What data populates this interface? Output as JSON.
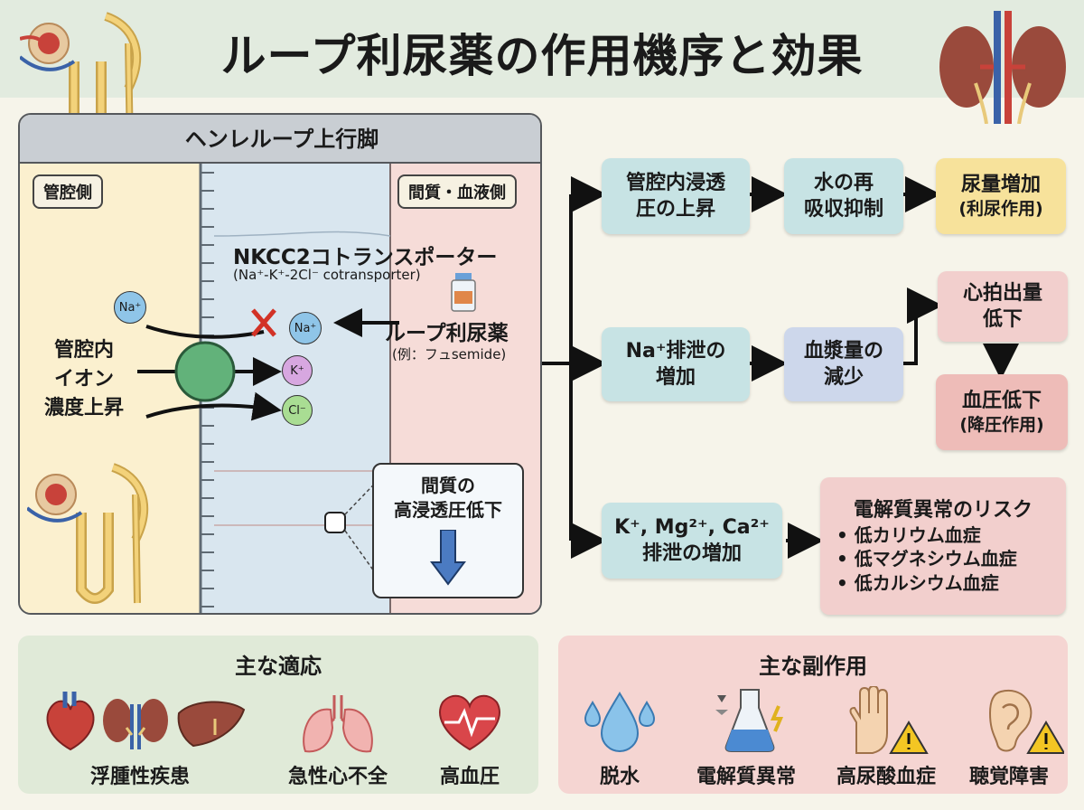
{
  "title": "ループ利尿薬の作用機序と効果",
  "panel": {
    "title": "ヘンレループ上行脚",
    "lumen_label": "管腔側",
    "interstitial_label": "間質・血液側",
    "transporter_name": "NKCC2コトランスポーター",
    "transporter_detail": "(Na⁺-K⁺-2Cl⁻ cotransporter)",
    "ion_na_outside": "Na⁺",
    "ion_na_blocked": "Na⁺",
    "ion_k": "K⁺",
    "ion_cl": "Cl⁻",
    "drug_name": "ループ利尿薬",
    "drug_example": "(例：フュsemide)",
    "lumen_note": [
      "管腔内",
      "イオン",
      "濃度上昇"
    ],
    "interstitium_note": [
      "間質の",
      "高浸透圧低下"
    ]
  },
  "flow": {
    "osmotic_rise": [
      "管腔内浸透",
      "圧の上昇"
    ],
    "water_reabsorption": [
      "水の再",
      "吸収抑制"
    ],
    "urine_increase": [
      "尿量増加",
      "(利尿作用)"
    ],
    "na_excretion": [
      "Na⁺排泄の",
      "増加"
    ],
    "plasma_decrease": [
      "血漿量の",
      "減少"
    ],
    "cardiac_output": [
      "心拍出量",
      "低下"
    ],
    "bp_drop": [
      "血圧低下",
      "(降圧作用)"
    ],
    "ion_excretion": [
      "K⁺, Mg²⁺, Ca²⁺",
      "排泄の増加"
    ],
    "electrolyte_risk_title": "電解質異常のリスク",
    "electrolyte_risks": [
      "• 低カリウム血症",
      "• 低マグネシウム血症",
      "• 低カルシウム血症"
    ]
  },
  "indications": {
    "title": "主な適応",
    "items": [
      "浮腫性疾患",
      "急性心不全",
      "高血圧"
    ]
  },
  "side_effects": {
    "title": "主な副作用",
    "items": [
      "脱水",
      "電解質異常",
      "高尿酸血症",
      "聴覚障害"
    ]
  },
  "colors": {
    "teal_box": "#c7e3e4",
    "blue_box": "#cdd7eb",
    "yellow_box": "#f7e29b",
    "pink_box": "#f2cfcd",
    "green_panel": "#e0ead8",
    "pink_panel": "#f5d5d2",
    "header_bg": "#e2ebdf"
  }
}
